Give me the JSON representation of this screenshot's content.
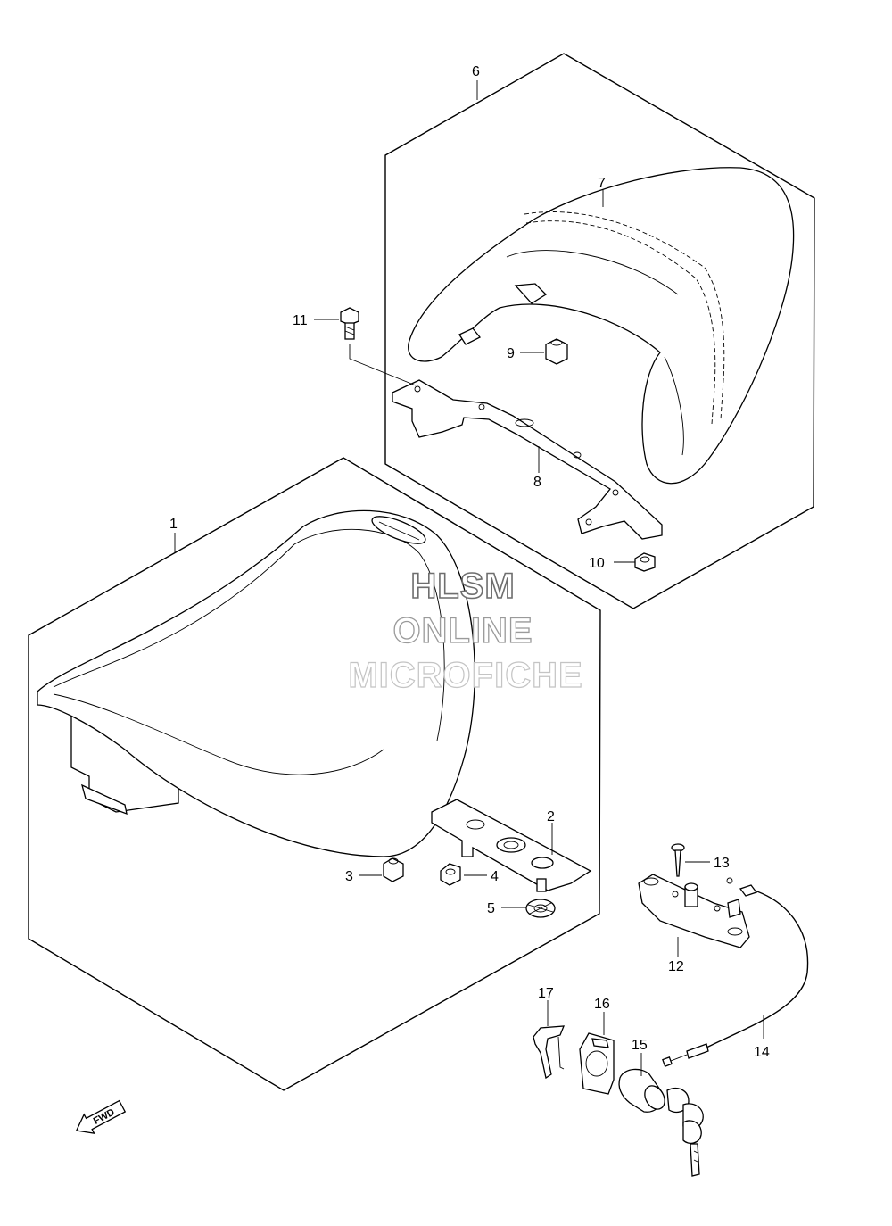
{
  "callouts": {
    "c1": "1",
    "c2": "2",
    "c3": "3",
    "c4": "4",
    "c5": "5",
    "c6": "6",
    "c7": "7",
    "c8": "8",
    "c9": "9",
    "c10": "10",
    "c11": "11",
    "c12": "12",
    "c13": "13",
    "c14": "14",
    "c15": "15",
    "c16": "16",
    "c17": "17"
  },
  "watermark": {
    "line1": "HLSM",
    "line2": "ONLINE",
    "line3": "MICROFICHE"
  },
  "fwd_label": "FWD",
  "colors": {
    "line": "#000000",
    "background": "#ffffff",
    "watermark": "#6e6e6e"
  }
}
